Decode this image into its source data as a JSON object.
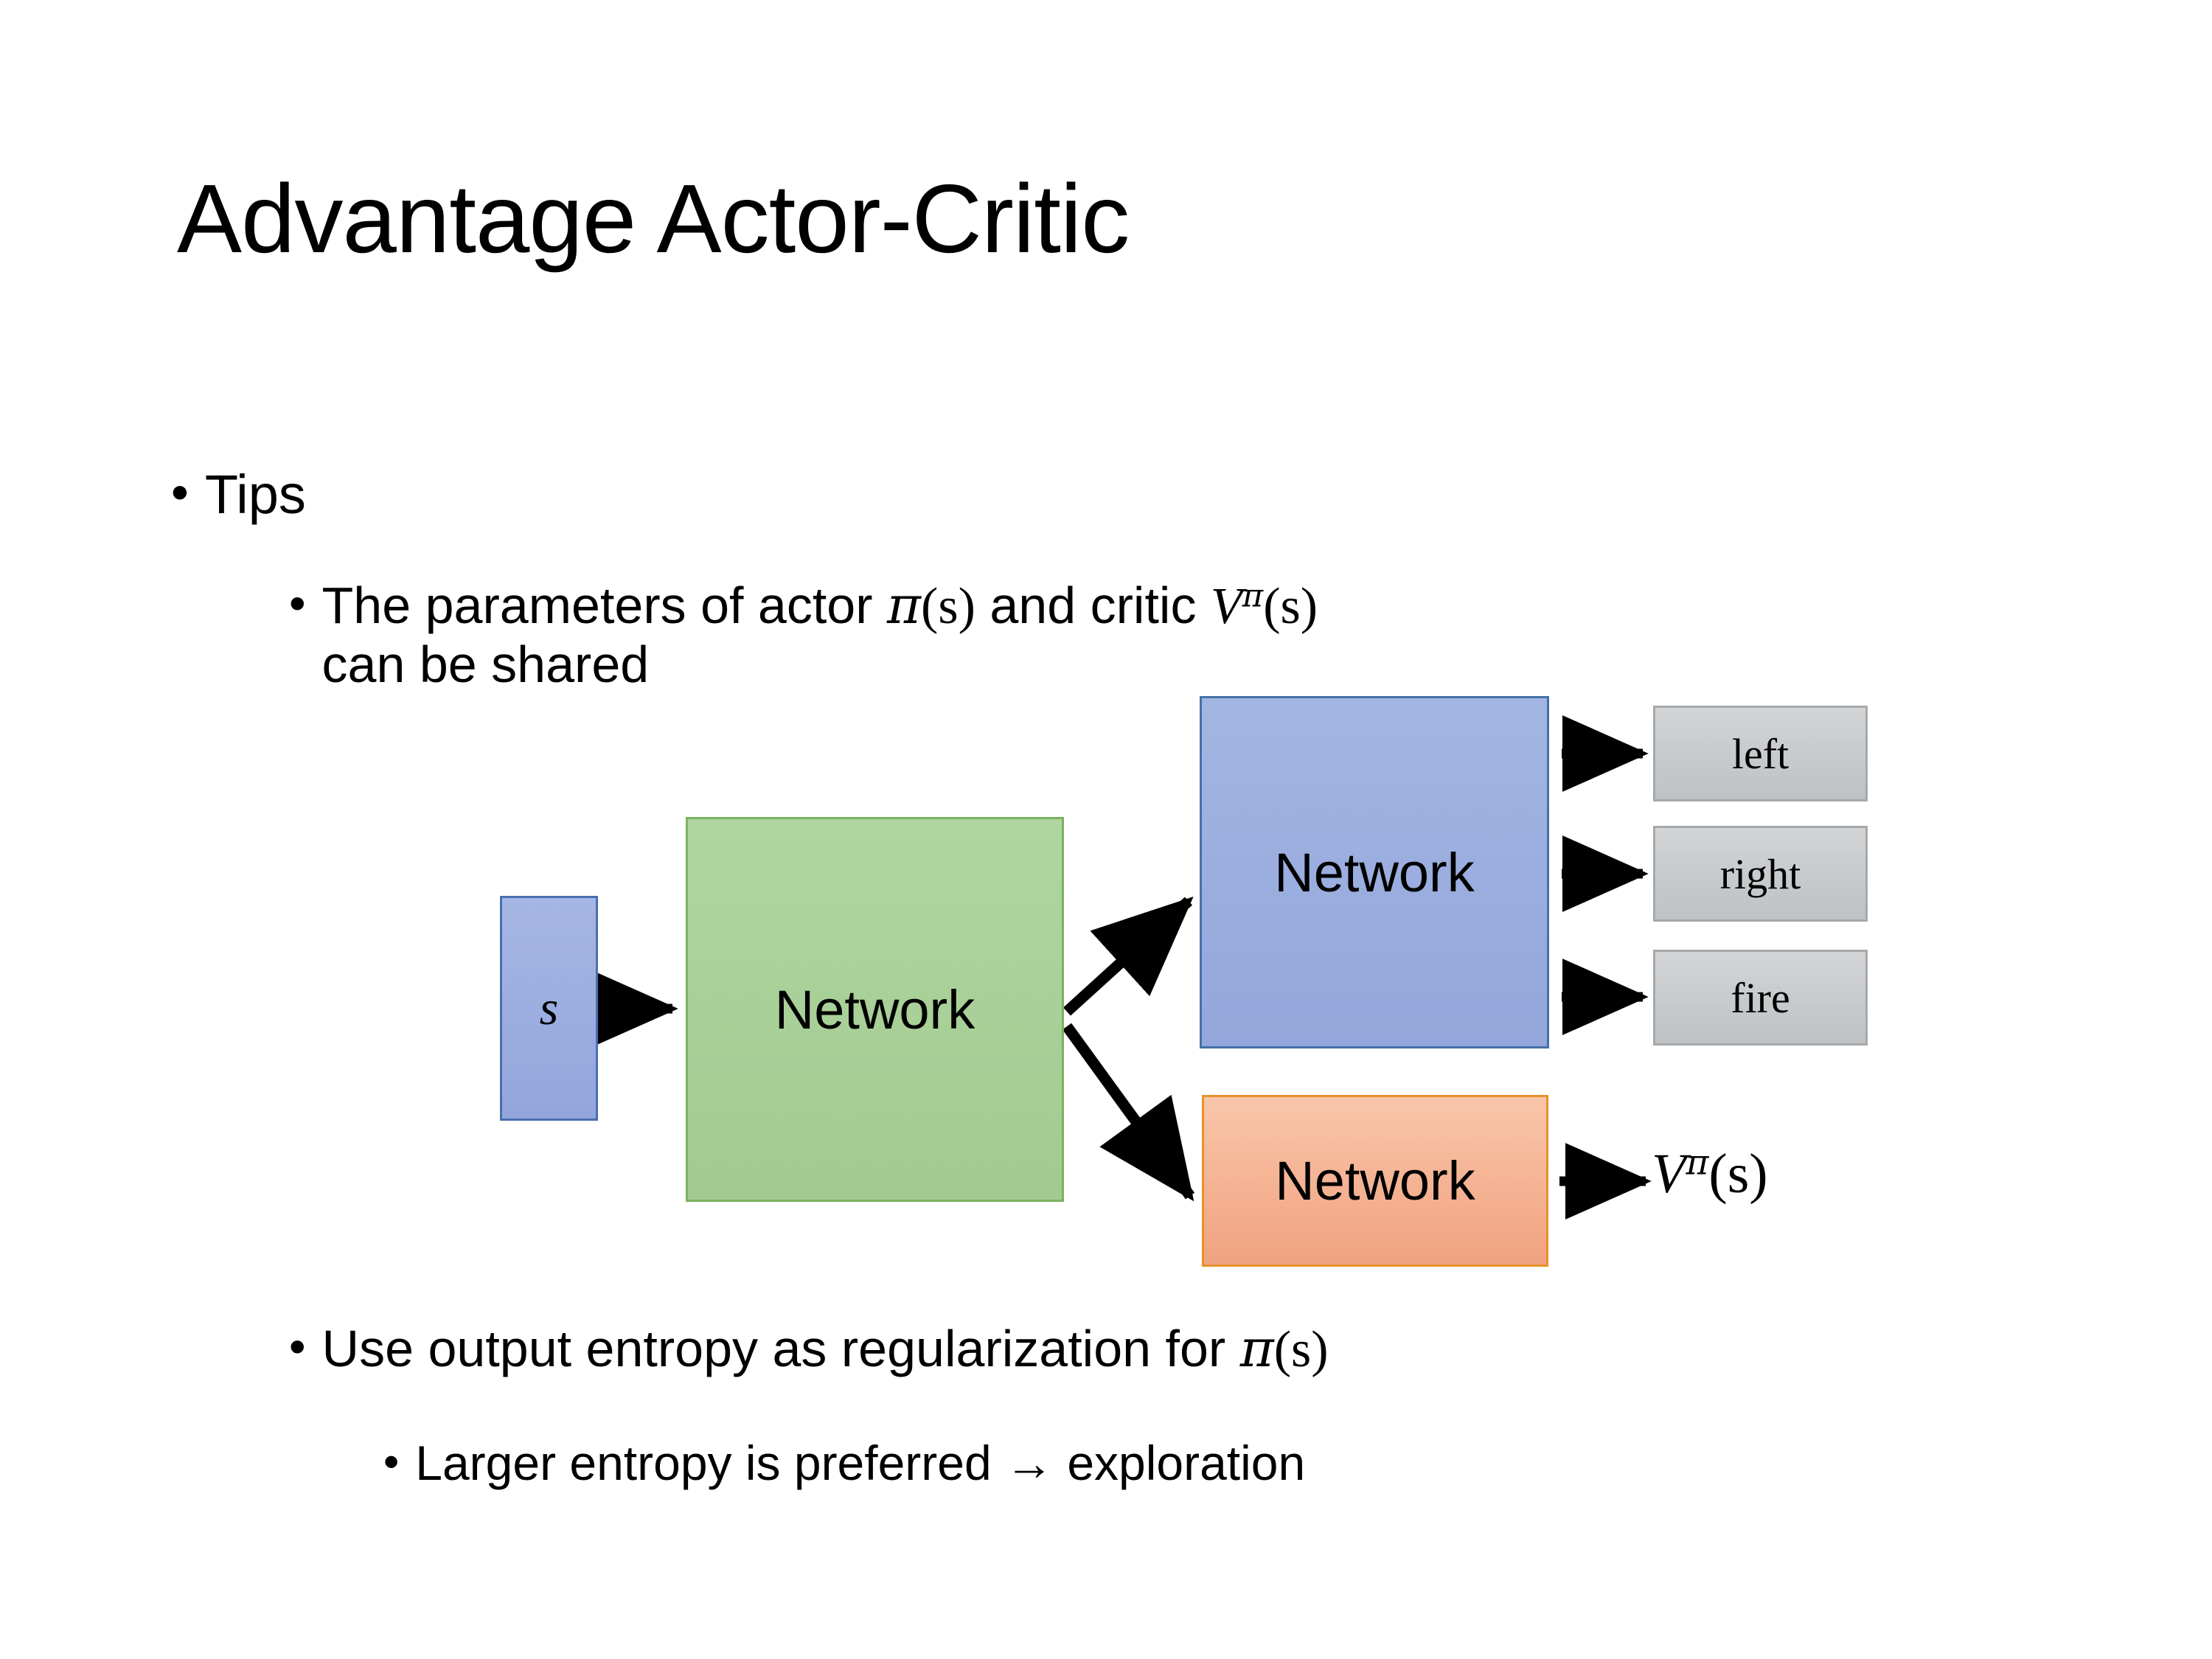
{
  "slide": {
    "title": "Advantage Actor-Critic",
    "background_color": "#FFFFFF"
  },
  "bullets": {
    "tips": {
      "marker": "•",
      "text": "Tips"
    },
    "shared": {
      "marker": "•",
      "line1_prefix": "The parameters of actor ",
      "actor_symbol": "π",
      "actor_arg": "(s)",
      "line1_middle": "  and critic ",
      "critic_symbol": "V",
      "critic_superscript": "π",
      "critic_arg": "(s)",
      "line2": "can be shared",
      "full_text": "The parameters of actor π(s)  and critic Vπ(s) can be shared"
    },
    "entropy": {
      "marker": "•",
      "text_prefix": "Use output entropy as regularization for ",
      "symbol": "π",
      "arg": "(s)",
      "full_text": "Use output entropy as regularization for π(s)"
    },
    "larger": {
      "marker": "•",
      "text": "Larger entropy is preferred → exploration"
    }
  },
  "diagram": {
    "state_box": {
      "label": "s",
      "fill_color": "#9AACDF",
      "border_color": "#4A6FB0"
    },
    "shared_network": {
      "label": "Network",
      "fill_color": "#A8CE98",
      "border_color": "#7CB260"
    },
    "actor_network": {
      "label": "Network",
      "fill_color": "#98ABDE",
      "border_color": "#4472A8"
    },
    "critic_network": {
      "label": "Network",
      "fill_color": "#F4B293",
      "border_color": "#E8912C"
    },
    "action_outputs": [
      {
        "label": "left",
        "fill_color": "#C8CBCD"
      },
      {
        "label": "right",
        "fill_color": "#C8CBCD"
      },
      {
        "label": "fire",
        "fill_color": "#C8CBCD"
      }
    ],
    "value_output": {
      "symbol": "V",
      "superscript": "π",
      "arg": "(s)",
      "full_text": "Vπ(s)"
    },
    "arrows": [
      {
        "name": "state-to-shared",
        "from": "state_box",
        "to": "shared_network"
      },
      {
        "name": "shared-to-actor",
        "from": "shared_network",
        "to": "actor_network"
      },
      {
        "name": "shared-to-critic",
        "from": "shared_network",
        "to": "critic_network"
      },
      {
        "name": "actor-to-left",
        "from": "actor_network",
        "to": "left"
      },
      {
        "name": "actor-to-right",
        "from": "actor_network",
        "to": "right"
      },
      {
        "name": "actor-to-fire",
        "from": "actor_network",
        "to": "fire"
      },
      {
        "name": "critic-to-value",
        "from": "critic_network",
        "to": "value_output"
      }
    ],
    "arrow_color": "#000000"
  }
}
